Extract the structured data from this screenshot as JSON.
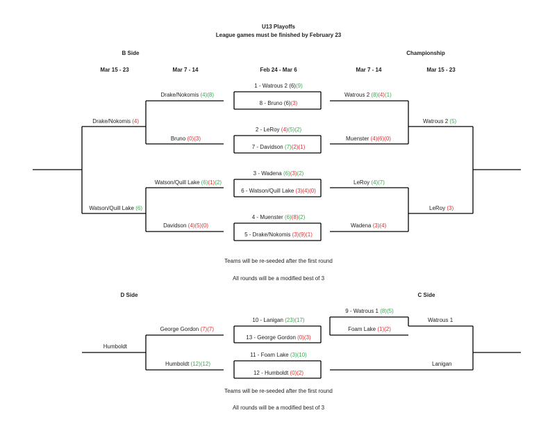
{
  "header": {
    "title": "U13 Playoffs",
    "subtitle": "League games must be finished by February 23"
  },
  "sections": {
    "b_side": "B Side",
    "championship": "Championship",
    "d_side": "D Side",
    "c_side": "C Side"
  },
  "columns": {
    "left_outer": "Mar 15 - 23",
    "left_inner": "Mar 7 - 14",
    "center": "Feb 24 - Mar 6",
    "right_inner": "Mar 7 - 14",
    "right_outer": "Mar 15 - 23"
  },
  "first_round": [
    {
      "name": "1 - Watrous 2",
      "scores": [
        {
          "v": "(6)",
          "c": "black"
        },
        {
          "v": "(9)",
          "c": "green"
        }
      ]
    },
    {
      "name": "8 - Bruno",
      "scores": [
        {
          "v": "(6)",
          "c": "black"
        },
        {
          "v": "(3)",
          "c": "red"
        }
      ]
    },
    {
      "name": "2 - LeRoy",
      "scores": [
        {
          "v": "(4)",
          "c": "red"
        },
        {
          "v": "(5)",
          "c": "green"
        },
        {
          "v": "(2)",
          "c": "green"
        }
      ]
    },
    {
      "name": "7 - Davidson",
      "scores": [
        {
          "v": "(7)",
          "c": "green"
        },
        {
          "v": "(2)",
          "c": "red"
        },
        {
          "v": "(1)",
          "c": "red"
        }
      ]
    },
    {
      "name": "3 - Wadena",
      "scores": [
        {
          "v": "(6)",
          "c": "green"
        },
        {
          "v": "(3)",
          "c": "red"
        },
        {
          "v": "(2)",
          "c": "green"
        }
      ]
    },
    {
      "name": "6 - Watson/Quill Lake",
      "scores": [
        {
          "v": "(3)",
          "c": "red"
        },
        {
          "v": "(4)",
          "c": "red"
        },
        {
          "v": "(0)",
          "c": "red"
        }
      ]
    },
    {
      "name": "4 - Muenster",
      "scores": [
        {
          "v": "(6)",
          "c": "green"
        },
        {
          "v": "(8)",
          "c": "red"
        },
        {
          "v": "(2)",
          "c": "green"
        }
      ]
    },
    {
      "name": "5 - Drake/Nokomis",
      "scores": [
        {
          "v": "(3)",
          "c": "red"
        },
        {
          "v": "(9)",
          "c": "red"
        },
        {
          "v": "(1)",
          "c": "red"
        }
      ]
    }
  ],
  "b_side_round2": [
    {
      "name": "Drake/Nokomis",
      "scores": [
        {
          "v": "(4)",
          "c": "green"
        },
        {
          "v": "(8)",
          "c": "green"
        }
      ]
    },
    {
      "name": "Bruno",
      "scores": [
        {
          "v": "(0)",
          "c": "red"
        },
        {
          "v": "(3)",
          "c": "red"
        }
      ]
    },
    {
      "name": "Watson/Quill Lake",
      "scores": [
        {
          "v": "(6)",
          "c": "green"
        },
        {
          "v": "(1)",
          "c": "red"
        },
        {
          "v": "(2)",
          "c": "green"
        }
      ]
    },
    {
      "name": "Davidson",
      "scores": [
        {
          "v": "(4)",
          "c": "red"
        },
        {
          "v": "(5)",
          "c": "red"
        },
        {
          "v": "(0)",
          "c": "red"
        }
      ]
    }
  ],
  "b_side_round3": [
    {
      "name": "Drake/Nokomis",
      "scores": [
        {
          "v": "(4)",
          "c": "red"
        }
      ]
    },
    {
      "name": "Watson/Quill Lake",
      "scores": [
        {
          "v": "(6)",
          "c": "green"
        }
      ]
    }
  ],
  "champ_round2": [
    {
      "name": "Watrous 2",
      "scores": [
        {
          "v": "(8)",
          "c": "green"
        },
        {
          "v": "(4)",
          "c": "red"
        },
        {
          "v": "(1)",
          "c": "green"
        }
      ]
    },
    {
      "name": "Muenster",
      "scores": [
        {
          "v": "(4)",
          "c": "red"
        },
        {
          "v": "(6)",
          "c": "red"
        },
        {
          "v": "(0)",
          "c": "red"
        }
      ]
    },
    {
      "name": "LeRoy",
      "scores": [
        {
          "v": "(4)",
          "c": "green"
        },
        {
          "v": "(7)",
          "c": "green"
        }
      ]
    },
    {
      "name": "Wadena",
      "scores": [
        {
          "v": "(3)",
          "c": "red"
        },
        {
          "v": "(4)",
          "c": "red"
        }
      ]
    }
  ],
  "champ_round3": [
    {
      "name": "Watrous 2",
      "scores": [
        {
          "v": "(5)",
          "c": "green"
        }
      ]
    },
    {
      "name": "LeRoy",
      "scores": [
        {
          "v": "(3)",
          "c": "red"
        }
      ]
    }
  ],
  "notes_top": [
    "Teams will be re-seeded after the first round",
    "All rounds will be a modified best of 3"
  ],
  "lower_first_round": [
    {
      "name": "9 - Watrous 1",
      "scores": [
        {
          "v": "(8)",
          "c": "green"
        },
        {
          "v": "(5)",
          "c": "green"
        }
      ]
    },
    {
      "name": "Foam Lake",
      "scores": [
        {
          "v": "(1)",
          "c": "red"
        },
        {
          "v": "(2)",
          "c": "red"
        }
      ]
    },
    {
      "name": "10 - Lanigan",
      "scores": [
        {
          "v": "(23)",
          "c": "green"
        },
        {
          "v": "(17)",
          "c": "green"
        }
      ]
    },
    {
      "name": "13 - George Gordon",
      "scores": [
        {
          "v": "(0)",
          "c": "red"
        },
        {
          "v": "(3)",
          "c": "red"
        }
      ]
    },
    {
      "name": "11 - Foam Lake",
      "scores": [
        {
          "v": "(3)",
          "c": "green"
        },
        {
          "v": "(10)",
          "c": "green"
        }
      ]
    },
    {
      "name": "12 - Humboldt",
      "scores": [
        {
          "v": "(0)",
          "c": "red"
        },
        {
          "v": "(2)",
          "c": "red"
        }
      ]
    }
  ],
  "d_side_round2": [
    {
      "name": "George Gordon",
      "scores": [
        {
          "v": "(7)",
          "c": "red"
        },
        {
          "v": "(7)",
          "c": "red"
        }
      ]
    },
    {
      "name": "Humboldt",
      "scores": [
        {
          "v": "(12)",
          "c": "green"
        },
        {
          "v": "(12)",
          "c": "green"
        }
      ]
    }
  ],
  "d_side_round3": [
    {
      "name": "Humboldt",
      "scores": []
    }
  ],
  "c_side_round2": [
    {
      "name": "Watrous 1",
      "scores": []
    },
    {
      "name": "Lanigan",
      "scores": []
    }
  ],
  "notes_bottom": [
    "Teams will be re-seeded after the first round",
    "All rounds will be a modified best of 3"
  ],
  "colors": {
    "green": "#3aaa50",
    "red": "#e03030",
    "line": "#000000"
  }
}
